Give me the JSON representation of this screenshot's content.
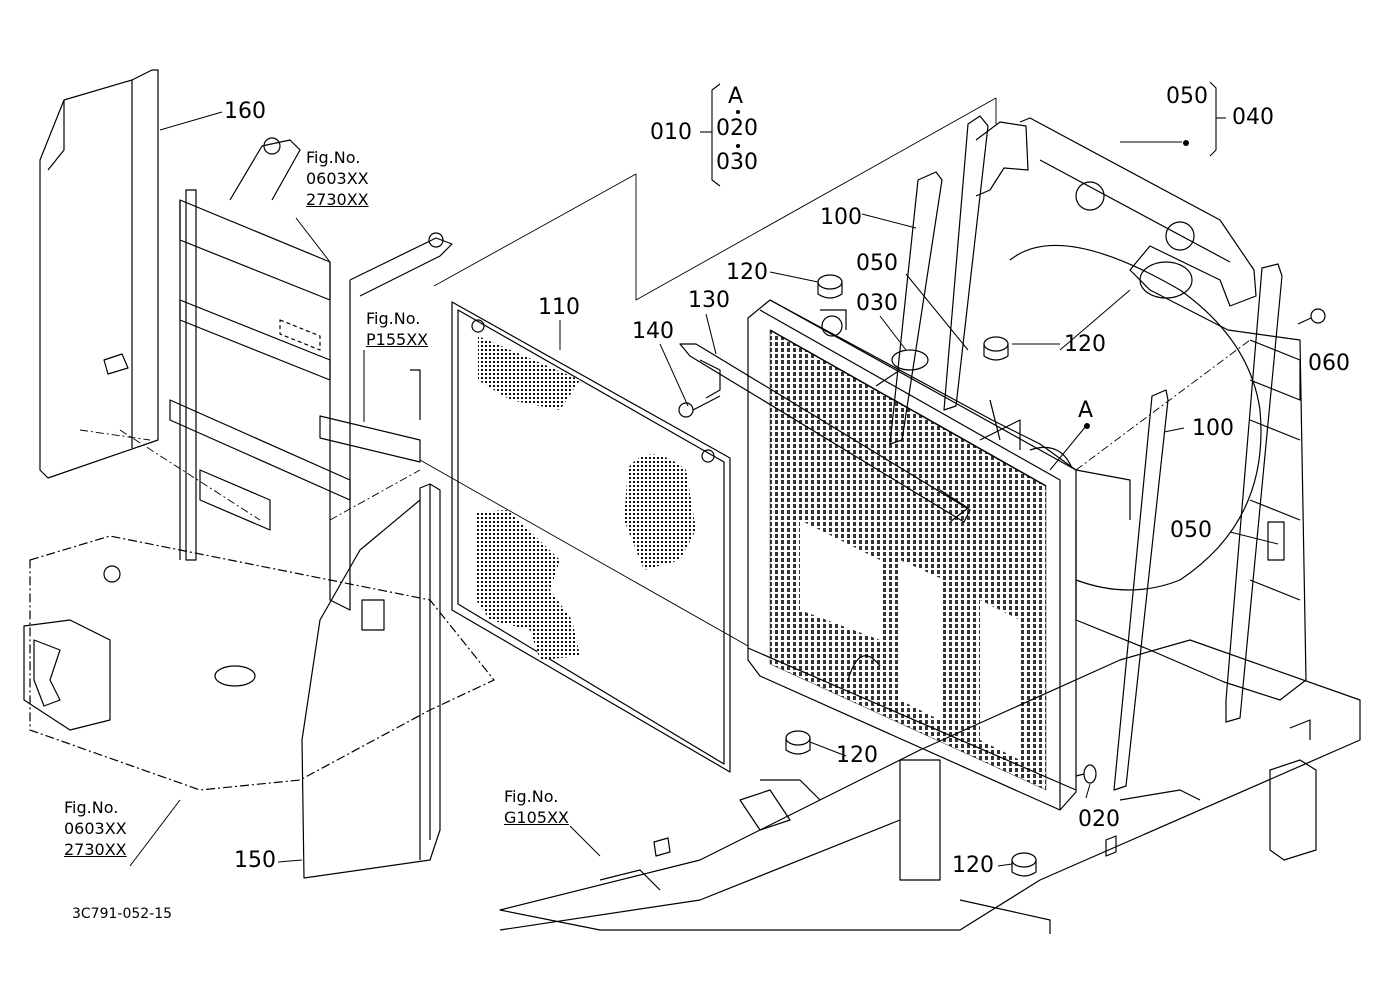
{
  "diagram_id": "3C791-052-15",
  "callouts": [
    {
      "id": "c160",
      "text": "160"
    },
    {
      "id": "c010",
      "text": "010"
    },
    {
      "id": "cA_top",
      "text": "A"
    },
    {
      "id": "c020_top",
      "text": "020"
    },
    {
      "id": "c030_top",
      "text": "030"
    },
    {
      "id": "c050_top",
      "text": "050"
    },
    {
      "id": "c040",
      "text": "040"
    },
    {
      "id": "c100_a",
      "text": "100"
    },
    {
      "id": "c110",
      "text": "110"
    },
    {
      "id": "c120_a",
      "text": "120"
    },
    {
      "id": "c050_b",
      "text": "050"
    },
    {
      "id": "c130",
      "text": "130"
    },
    {
      "id": "c140",
      "text": "140"
    },
    {
      "id": "c030_b",
      "text": "030"
    },
    {
      "id": "c120_b",
      "text": "120"
    },
    {
      "id": "c060",
      "text": "060"
    },
    {
      "id": "cA_b",
      "text": "A"
    },
    {
      "id": "c100_b",
      "text": "100"
    },
    {
      "id": "c050_c",
      "text": "050"
    },
    {
      "id": "c120_c",
      "text": "120"
    },
    {
      "id": "c020_b",
      "text": "020"
    },
    {
      "id": "c120_d",
      "text": "120"
    },
    {
      "id": "c150",
      "text": "150"
    }
  ],
  "figure_refs": [
    {
      "id": "f1",
      "lines": [
        "Fig.No.",
        "0603XX",
        "2730XX"
      ]
    },
    {
      "id": "f2",
      "lines": [
        "Fig.No.",
        "P155XX"
      ]
    },
    {
      "id": "f3",
      "lines": [
        "Fig.No.",
        "0603XX",
        "2730XX"
      ]
    },
    {
      "id": "f4",
      "lines": [
        "Fig.No.",
        "G105XX"
      ]
    }
  ]
}
